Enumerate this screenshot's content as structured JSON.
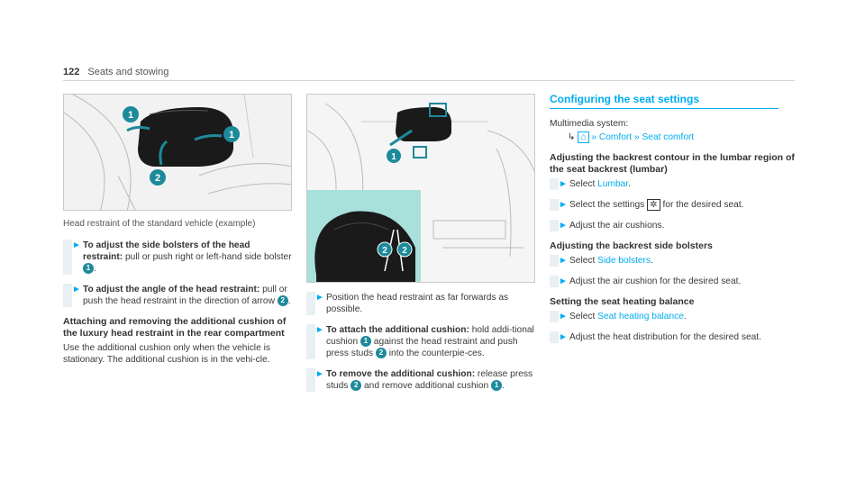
{
  "header": {
    "page_number": "122",
    "section": "Seats and stowing"
  },
  "col1": {
    "caption": "Head restraint of the standard vehicle (example)",
    "step1": {
      "bold": "To adjust the side bolsters of the head restraint:",
      "text_a": " pull or push right or left-hand side bolster ",
      "num": "1",
      "text_b": "."
    },
    "step2": {
      "bold": "To adjust the angle of the head restraint:",
      "text_a": " pull or push the head restraint in the direction of arrow ",
      "num": "2",
      "text_b": "."
    },
    "subhead": "Attaching and removing the additional cushion of the luxury head restraint in the rear compartment",
    "para": "Use the additional cushion only when the vehicle is stationary. The additional cushion is in the vehi-cle."
  },
  "col2": {
    "step1": "Position the head restraint as far forwards as possible.",
    "step2": {
      "bold": "To attach the additional cushion:",
      "text_a": " hold addi-tional cushion ",
      "num1": "1",
      "text_b": " against the head restraint and push press studs ",
      "num2": "2",
      "text_c": " into the counterpie-ces."
    },
    "step3": {
      "bold": "To remove the additional cushion:",
      "text_a": " release press studs ",
      "num1": "2",
      "text_b": " and remove additional cushion ",
      "num2": "1",
      "text_c": "."
    }
  },
  "col3": {
    "title": "Configuring the seat settings",
    "multimedia": "Multimedia system:",
    "path": {
      "home": "⌂",
      "comfort": "Comfort",
      "seat_comfort": "Seat comfort"
    },
    "sub1": "Adjusting the backrest contour in the lumbar region of the seat backrest (lumbar)",
    "s1a": {
      "pre": "Select ",
      "link": "Lumbar",
      "post": "."
    },
    "s1b": {
      "pre": "Select the settings ",
      "icon": "✲",
      "post": " for the desired seat."
    },
    "s1c": "Adjust the air cushions.",
    "sub2": "Adjusting the backrest side bolsters",
    "s2a": {
      "pre": "Select ",
      "link": "Side bolsters",
      "post": "."
    },
    "s2b": "Adjust the air cushion for the desired seat.",
    "sub3": "Setting the seat heating balance",
    "s3a": {
      "pre": "Select ",
      "link": "Seat heating balance",
      "post": "."
    },
    "s3b": "Adjust the heat distribution for the desired seat."
  },
  "fig1_labels": [
    "1",
    "1",
    "2"
  ],
  "fig2_labels": [
    "1",
    "2",
    "2"
  ],
  "colors": {
    "accent": "#00adef",
    "badge": "#1d8a9b",
    "inset": "#a8e0dc"
  }
}
